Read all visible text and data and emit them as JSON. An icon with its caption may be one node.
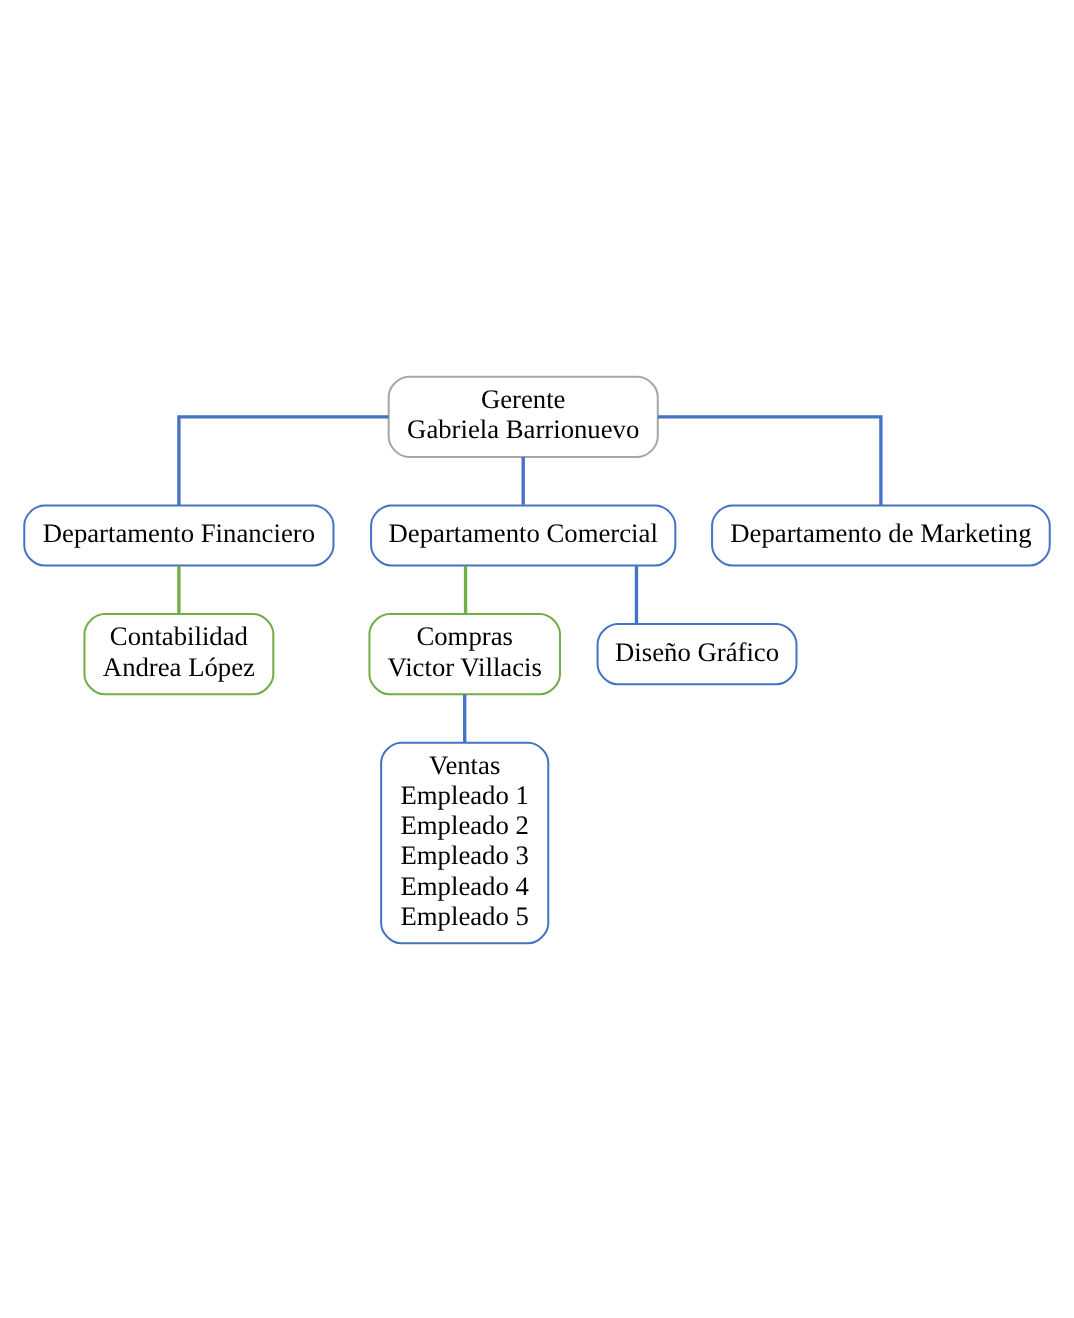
{
  "diagram": {
    "nodes": [
      {
        "text": [
          "Gerente",
          "Gabriela Barrionuevo"
        ]
      },
      {
        "text": [
          "Departamento Financiero"
        ]
      },
      {
        "text": [
          "Departamento Comercial"
        ]
      },
      {
        "text": [
          "Departamento de Marketing"
        ]
      },
      {
        "text": [
          "Contabilidad",
          "Andrea López"
        ]
      },
      {
        "text": [
          "Compras",
          "Victor Villacis"
        ]
      },
      {
        "text": [
          "Diseño Gráfico"
        ]
      },
      {
        "text": [
          "Ventas",
          "Empleado 1",
          "Empleado 2",
          "Empleado 3",
          "Empleado 4",
          "Empleado 5"
        ]
      }
    ],
    "edges": [
      {
        "from": 0,
        "to": 1,
        "arrow": "none"
      },
      {
        "from": 0,
        "to": 2,
        "arrow": "none"
      },
      {
        "from": 0,
        "to": 3,
        "arrow": "none"
      },
      {
        "from": 1,
        "to": 4,
        "arrow": "none",
        "color": "#70ad47"
      },
      {
        "from": 2,
        "to": 5,
        "arrow": "none",
        "color": "#70ad47"
      },
      {
        "from": 2,
        "to": 6,
        "arrow": "none"
      },
      {
        "from": 5,
        "to": 7,
        "arrow": "none"
      }
    ]
  }
}
